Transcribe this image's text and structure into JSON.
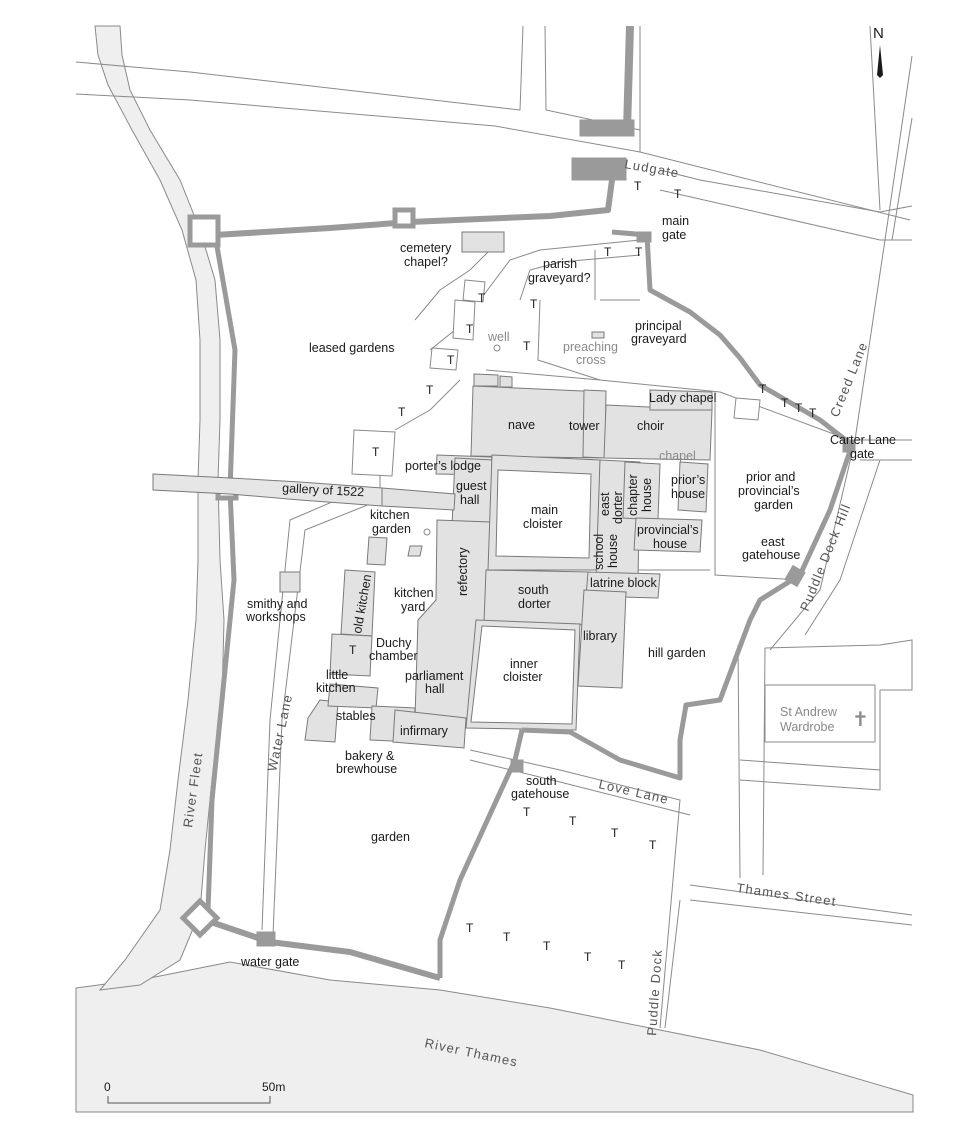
{
  "north": "N",
  "scale": {
    "start": "0",
    "end": "50m"
  },
  "tree_marker": "T",
  "cross_marker": "✝",
  "streets": {
    "ludgate": "Ludgate",
    "creed_lane": "Creed Lane",
    "puddle_dock_hill": "Puddle Dock Hill",
    "love_lane": "Love Lane",
    "thames_street": "Thames Street",
    "water_lane": "Water Lane",
    "puddle_dock": "Puddle Dock",
    "river_fleet": "River Fleet",
    "river_thames": "River Thames"
  },
  "labels": {
    "main_gate": [
      "main",
      "gate"
    ],
    "cemetery_chapel": [
      "cemetery",
      "chapel?"
    ],
    "parish_graveyard": [
      "parish",
      "graveyard?"
    ],
    "principal_graveyard": [
      "principal",
      "graveyard"
    ],
    "well": "well",
    "preaching_cross": [
      "preaching",
      "cross"
    ],
    "leased_gardens": "leased gardens",
    "lady_chapel": "Lady chapel",
    "carter_lane_gate": [
      "Carter Lane",
      "gate"
    ],
    "nave": "nave",
    "tower": "tower",
    "choir": "choir",
    "chapel": "chapel",
    "porters_lodge": "porter’s lodge",
    "guest_hall": [
      "guest",
      "hall"
    ],
    "gallery": "gallery of 1522",
    "main_cloister": [
      "main",
      "cloister"
    ],
    "east_dorter": [
      "east",
      "dorter"
    ],
    "chapter_house": [
      "chapter",
      "house"
    ],
    "priors_house": [
      "prior’s",
      "house"
    ],
    "prior_provincial_garden": [
      "prior and",
      "provincial’s",
      "garden"
    ],
    "provincials_house": [
      "provincial’s",
      "house"
    ],
    "east_gatehouse": [
      "east",
      "gatehouse"
    ],
    "school_house": [
      "school",
      "house"
    ],
    "kitchen_garden": [
      "kitchen",
      "garden"
    ],
    "refectory": "refectory",
    "south_dorter": [
      "south",
      "dorter"
    ],
    "latrine_block": "latrine block",
    "smithy_workshops": [
      "smithy and",
      "workshops"
    ],
    "old_kitchen": "old kitchen",
    "kitchen_yard": [
      "kitchen",
      "yard"
    ],
    "library": "library",
    "duchy_chamber": [
      "Duchy",
      "chamber"
    ],
    "inner_cloister": [
      "inner",
      "cloister"
    ],
    "hill_garden": "hill garden",
    "st_andrew_wardrobe": [
      "St Andrew",
      "Wardrobe"
    ],
    "little_kitchen": [
      "little",
      "kitchen"
    ],
    "parliament_hall": [
      "parliament",
      "hall"
    ],
    "stables": "stables",
    "infirmary": "infirmary",
    "bakery_brewhouse": [
      "bakery &",
      "brewhouse"
    ],
    "south_gatehouse": [
      "south",
      "gatehouse"
    ],
    "garden": "garden",
    "water_gate": "water gate"
  },
  "colors": {
    "water": "#efefef",
    "building": "#e2e2e2",
    "wall": "#9a9a9a",
    "street_line": "#8a8a8a",
    "text": "#1a1a1a",
    "grey_text": "#8a8a8a"
  }
}
